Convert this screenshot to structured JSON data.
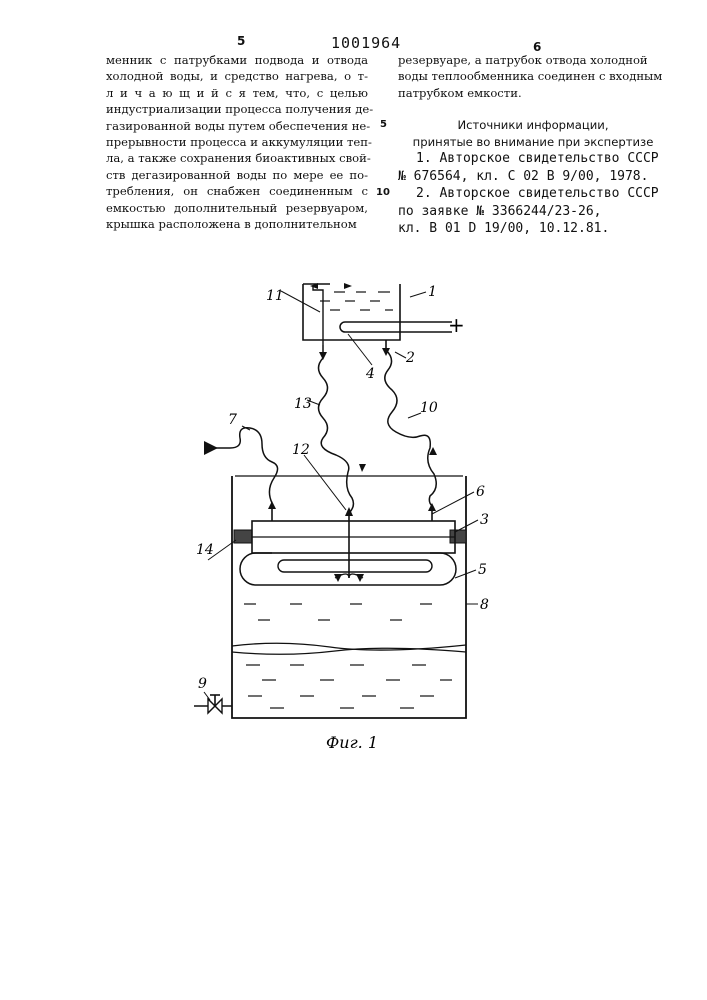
{
  "header": {
    "page_left": "5",
    "patent_number": "1001964",
    "page_right": "6"
  },
  "left_column": {
    "lines": [
      "менник с патрубками подвода и отвода",
      "холодной воды, и средство нагрева, о т-",
      "л и ч а ю щ и й с я  тем, что, с целью",
      "индустриализации процесса получения де-",
      "газированной воды путем обеспечения не-",
      "прерывности процесса и аккумуляции теп-",
      "ла, а также сохранения биоактивных свой-",
      "ств дегазированной воды по мере ее по-",
      "требления, он снабжен соединенным с",
      "емкостью дополнительный резервуаром,",
      "крышка расположена в дополнительном"
    ]
  },
  "right_column": {
    "lines": [
      "резервуаре, а патрубок отвода холодной",
      "воды теплообменника соединен с входным",
      "патрубком емкости."
    ],
    "sources_title_1": "Источники информации,",
    "sources_title_2": "принятые во внимание при экспертизе",
    "refs": [
      "1. Авторское свидетельство СССР",
      "№ 676564, кл. С 02 В 9/00, 1978.",
      "2. Авторское свидетельство СССР",
      "по заявке № 3366244/23-26,",
      "кл. В 01 D 19/00, 10.12.81."
    ]
  },
  "margin_numbers": [
    "5",
    "10"
  ],
  "figure": {
    "labels": [
      "1",
      "2",
      "3",
      "4",
      "5",
      "6",
      "7",
      "8",
      "9",
      "10",
      "11",
      "12",
      "13",
      "14",
      "+"
    ],
    "caption": "Фиг. 1"
  }
}
